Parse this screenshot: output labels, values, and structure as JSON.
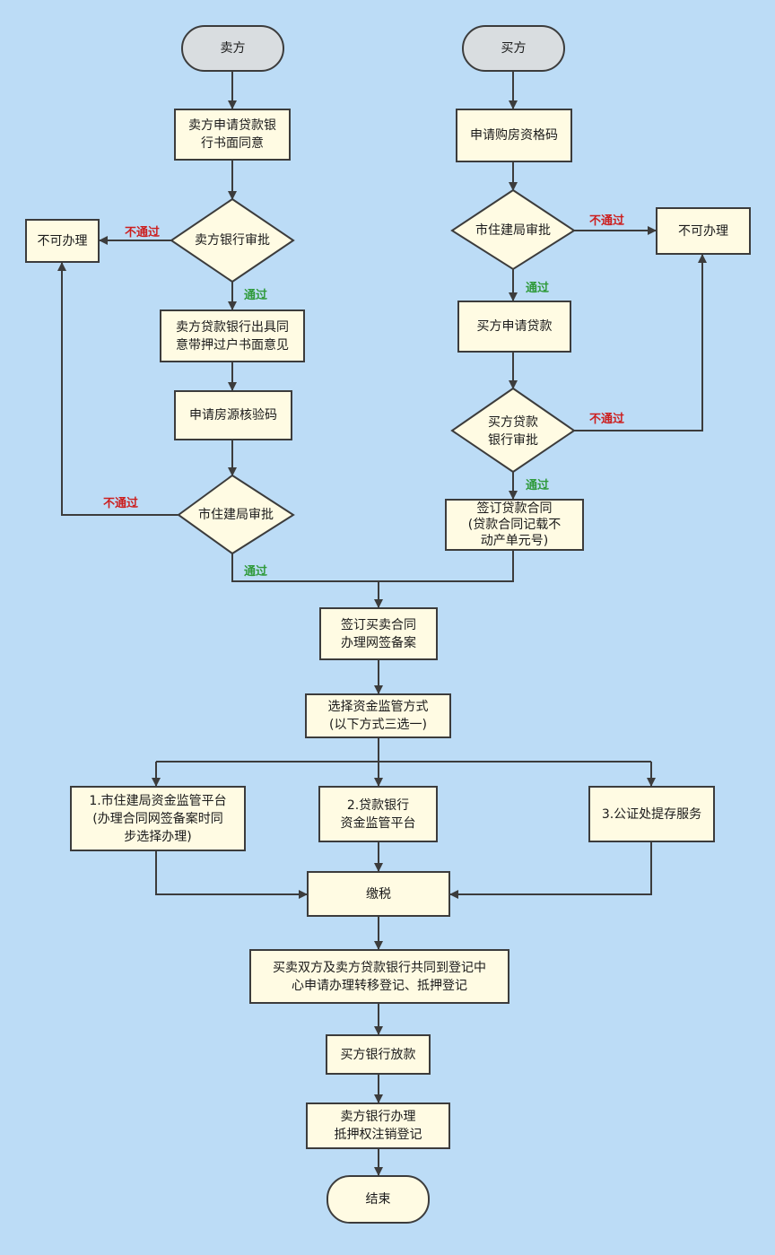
{
  "nodes": {
    "seller_start": "卖方",
    "buyer_start": "买方",
    "seller_apply_consent": "卖方申请贷款银\n行书面同意",
    "seller_bank_review": "卖方银行审批",
    "seller_not_allowed": "不可办理",
    "seller_bank_opinion": "卖方贷款银行出具同\n意带押过户书面意见",
    "apply_property_code": "申请房源核验码",
    "seller_city_review": "市住建局审批",
    "buyer_apply_qualification": "申请购房资格码",
    "buyer_city_review": "市住建局审批",
    "buyer_not_allowed": "不可办理",
    "buyer_apply_loan": "买方申请贷款",
    "buyer_bank_review": "买方贷款\n银行审批",
    "sign_loan_contract": "签订贷款合同\n(贷款合同记载不\n动产单元号)",
    "sign_sale_contract": "签订买卖合同\n办理网签备案",
    "choose_supervision": "选择资金监管方式\n(以下方式三选一)",
    "option1": "1.市住建局资金监管平台\n(办理合同网签备案时同\n步选择办理)",
    "option2": "2.贷款银行\n资金监管平台",
    "option3": "3.公证处提存服务",
    "pay_tax": "缴税",
    "joint_registration": "买卖双方及卖方贷款银行共同到登记中\n心申请办理转移登记、抵押登记",
    "buyer_bank_release": "买方银行放款",
    "seller_bank_cancel": "卖方银行办理\n抵押权注销登记",
    "end": "结束"
  },
  "labels": {
    "fail": "不通过",
    "pass": "通过"
  },
  "colors": {
    "background": "#bcdcf6",
    "box_fill": "#fffbe3",
    "terminal_fill": "#d9dde0",
    "stroke": "#3c3c3c",
    "fail": "#cc1f1f",
    "pass": "#2f9a3a"
  }
}
